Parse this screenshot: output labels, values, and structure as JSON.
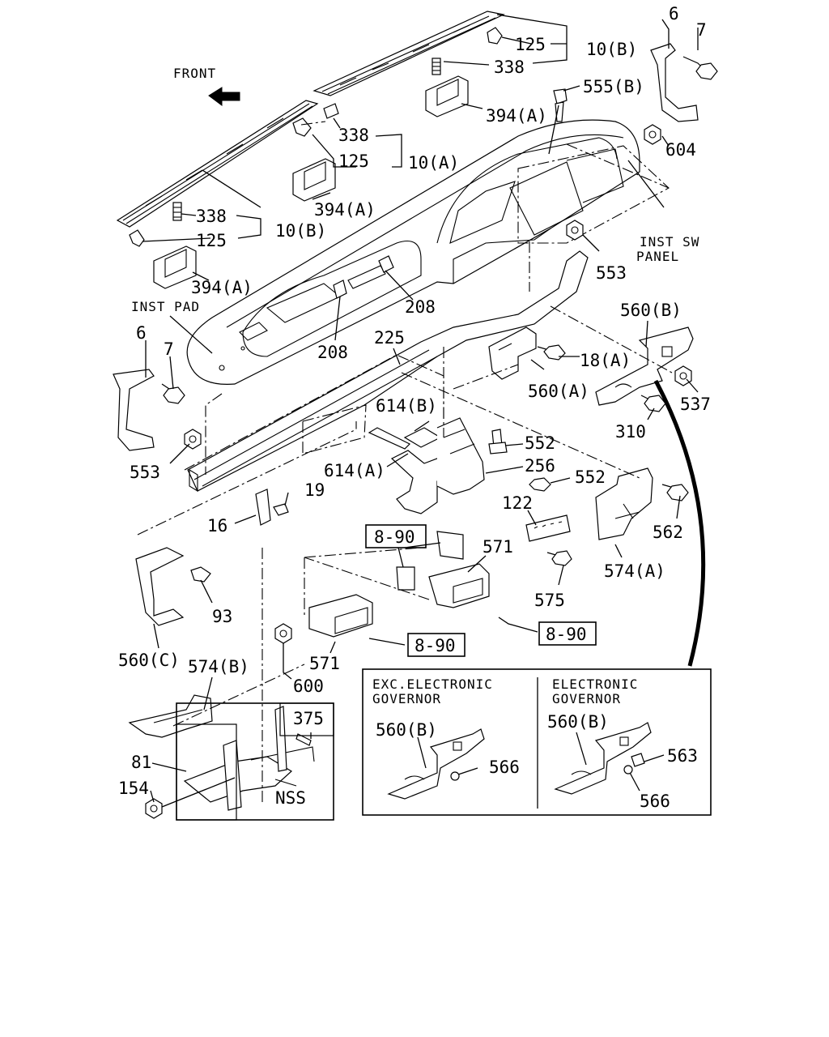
{
  "diagram": {
    "front_label": "FRONT",
    "area_labels": {
      "inst_pad": "INST PAD",
      "inst_sw_line1": "INST SW",
      "inst_sw_line2": "PANEL",
      "nss": "NSS"
    },
    "inset": {
      "left_title_line1": "EXC.ELECTRONIC",
      "left_title_line2": "GOVERNOR",
      "right_title_line1": "ELECTRONIC",
      "right_title_line2": "GOVERNOR"
    },
    "callouts": [
      {
        "id": "c-125-top",
        "text": "125"
      },
      {
        "id": "c-10b-top",
        "text": "10(B)"
      },
      {
        "id": "c-338-top",
        "text": "338"
      },
      {
        "id": "c-394a-top",
        "text": "394(A)"
      },
      {
        "id": "c-555b",
        "text": "555(B)"
      },
      {
        "id": "c-6-top",
        "text": "6"
      },
      {
        "id": "c-7-top",
        "text": "7"
      },
      {
        "id": "c-604",
        "text": "604"
      },
      {
        "id": "c-338-mid",
        "text": "338"
      },
      {
        "id": "c-125-mid",
        "text": "125"
      },
      {
        "id": "c-10a",
        "text": "10(A)"
      },
      {
        "id": "c-394a-mid",
        "text": "394(A)"
      },
      {
        "id": "c-338-left",
        "text": "338"
      },
      {
        "id": "c-10b-left",
        "text": "10(B)"
      },
      {
        "id": "c-125-left",
        "text": "125"
      },
      {
        "id": "c-394a-left",
        "text": "394(A)"
      },
      {
        "id": "c-553-right",
        "text": "553"
      },
      {
        "id": "c-208-a",
        "text": "208"
      },
      {
        "id": "c-208-b",
        "text": "208"
      },
      {
        "id": "c-560b",
        "text": "560(B)"
      },
      {
        "id": "c-6-left",
        "text": "6"
      },
      {
        "id": "c-7-left",
        "text": "7"
      },
      {
        "id": "c-225",
        "text": "225"
      },
      {
        "id": "c-18a",
        "text": "18(A)"
      },
      {
        "id": "c-560a",
        "text": "560(A)"
      },
      {
        "id": "c-537",
        "text": "537"
      },
      {
        "id": "c-614b",
        "text": "614(B)"
      },
      {
        "id": "c-310",
        "text": "310"
      },
      {
        "id": "c-552-a",
        "text": "552"
      },
      {
        "id": "c-553-left",
        "text": "553"
      },
      {
        "id": "c-614a",
        "text": "614(A)"
      },
      {
        "id": "c-256",
        "text": "256"
      },
      {
        "id": "c-552-b",
        "text": "552"
      },
      {
        "id": "c-19",
        "text": "19"
      },
      {
        "id": "c-122",
        "text": "122"
      },
      {
        "id": "c-562",
        "text": "562"
      },
      {
        "id": "c-16",
        "text": "16"
      },
      {
        "id": "c-8-90-a",
        "text": "8-90"
      },
      {
        "id": "c-571-a",
        "text": "571"
      },
      {
        "id": "c-574a",
        "text": "574(A)"
      },
      {
        "id": "c-93",
        "text": "93"
      },
      {
        "id": "c-575",
        "text": "575"
      },
      {
        "id": "c-8-90-b",
        "text": "8-90"
      },
      {
        "id": "c-8-90-c",
        "text": "8-90"
      },
      {
        "id": "c-560c",
        "text": "560(C)"
      },
      {
        "id": "c-574b",
        "text": "574(B)"
      },
      {
        "id": "c-571-b",
        "text": "571"
      },
      {
        "id": "c-600",
        "text": "600"
      },
      {
        "id": "c-375",
        "text": "375"
      },
      {
        "id": "c-81",
        "text": "81"
      },
      {
        "id": "c-154",
        "text": "154"
      },
      {
        "id": "c-560b-inset-l",
        "text": "560(B)"
      },
      {
        "id": "c-566-l",
        "text": "566"
      },
      {
        "id": "c-560b-inset-r",
        "text": "560(B)"
      },
      {
        "id": "c-563",
        "text": "563"
      },
      {
        "id": "c-566-r",
        "text": "566"
      }
    ]
  }
}
